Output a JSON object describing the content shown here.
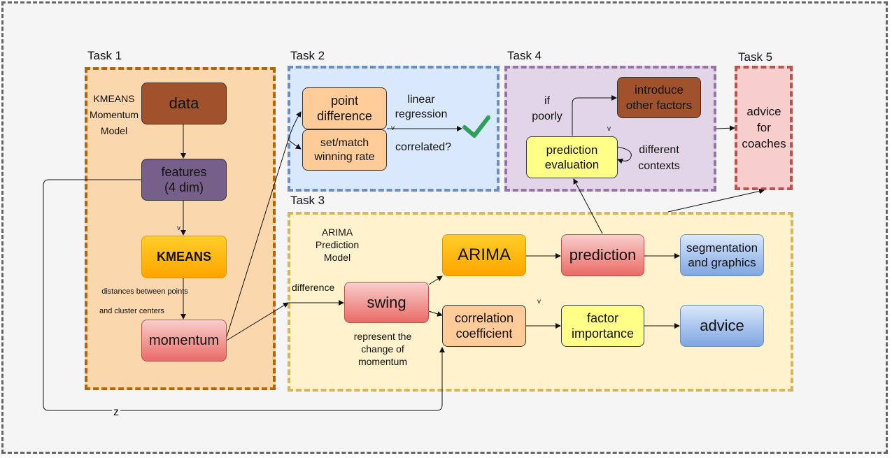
{
  "tasks": {
    "task1": "Task 1",
    "task2": "Task 2",
    "task3": "Task 3",
    "task4": "Task 4",
    "task5": "Task 5"
  },
  "task1": {
    "model_title": [
      "KMEANS",
      "Momentum",
      "Model"
    ],
    "data": "data",
    "features": [
      "features",
      "(4 dim)"
    ],
    "kmeans": "KMEANS",
    "distances_note": [
      "distances between points",
      "and cluster centers"
    ],
    "momentum": "momentum",
    "v_mark": "v"
  },
  "task2": {
    "point_difference": [
      "point",
      "difference"
    ],
    "set_match": [
      "set/match",
      "winning rate"
    ],
    "linear_regression": [
      "linear",
      "regression"
    ],
    "correlated": "correlated?",
    "v_mark": "v"
  },
  "task3": {
    "model_title": [
      "ARIMA",
      "Prediction",
      "Model"
    ],
    "difference": "difference",
    "swing": "swing",
    "swing_note": [
      "represent the",
      "change of",
      "momentum"
    ],
    "arima": "ARIMA",
    "prediction": "prediction",
    "segmentation": [
      "segmentation",
      "and graphics"
    ],
    "correlation": [
      "correlation",
      "coefficient"
    ],
    "factor_importance": [
      "factor",
      "importance"
    ],
    "advice": "advice",
    "v_mark": "v"
  },
  "task4": {
    "introduce": [
      "introduce",
      "other factors"
    ],
    "if_poorly": [
      "if",
      "poorly"
    ],
    "prediction_evaluation": [
      "prediction",
      "evaluation"
    ],
    "different_contexts": [
      "different",
      "contexts"
    ],
    "v_mark": "v"
  },
  "task5": {
    "advice_for_coaches": [
      "advice",
      "for",
      "coaches"
    ]
  },
  "z_label": "z",
  "colors": {
    "task1_fill": "#fad7ac",
    "task1_border": "#b46504",
    "task2_fill": "#dae8fc",
    "task2_border": "#6c8ebf",
    "task3_fill": "#fff2cc",
    "task3_border": "#d6b656",
    "task4_fill": "#e1d5e7",
    "task4_border": "#9673a6",
    "task5_fill": "#f8cecc",
    "task5_border": "#b85450",
    "brown_box": "#a0522d",
    "purple_box": "#76608a",
    "orange_gradient": "#ffa500",
    "red_gradient": "#ea6b66",
    "peach_box": "#ffcc99",
    "yellow_box": "#ffff88",
    "blue_gradient": "#7ea6e0",
    "check_green": "#2e9e5b"
  }
}
